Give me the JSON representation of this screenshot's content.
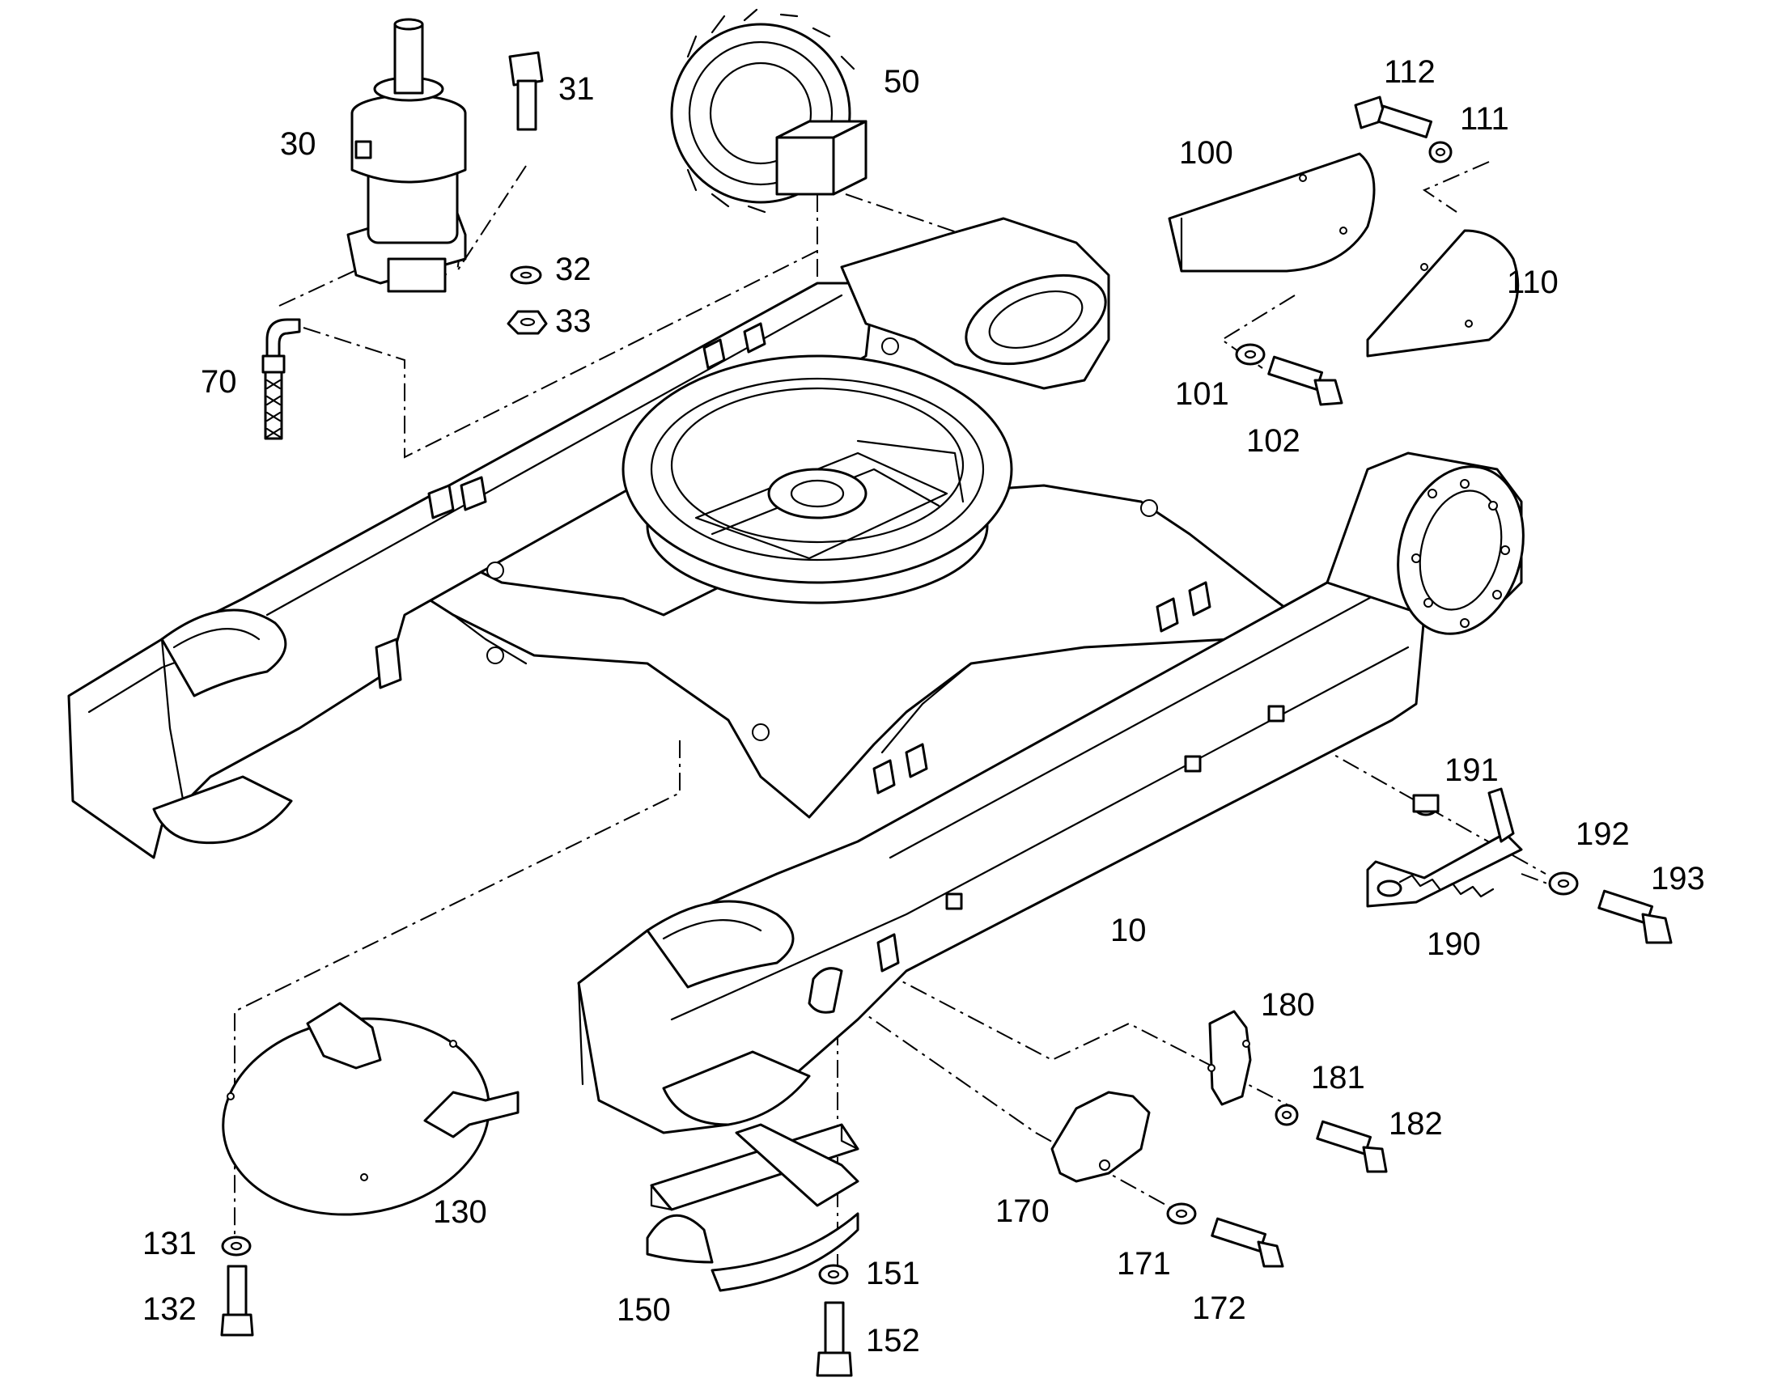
{
  "callouts": {
    "c10": "10",
    "c30": "30",
    "c31": "31",
    "c32": "32",
    "c33": "33",
    "c50": "50",
    "c70": "70",
    "c100": "100",
    "c101": "101",
    "c102": "102",
    "c110": "110",
    "c111": "111",
    "c112": "112",
    "c130": "130",
    "c131": "131",
    "c132": "132",
    "c150": "150",
    "c151": "151",
    "c152": "152",
    "c170": "170",
    "c171": "171",
    "c172": "172",
    "c180": "180",
    "c181": "181",
    "c182": "182",
    "c190": "190",
    "c191": "191",
    "c192": "192",
    "c193": "193"
  },
  "colors": {
    "line": "#000000",
    "background": "#ffffff"
  }
}
